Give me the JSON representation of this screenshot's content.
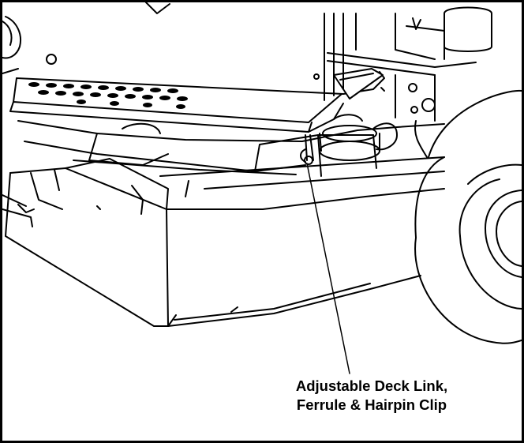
{
  "figure": {
    "callout_line1": "Adjustable Deck Link,",
    "callout_line2": "Ferrule & Hairpin Clip"
  },
  "colors": {
    "ink": "#000000",
    "paper": "#ffffff"
  },
  "icons": [
    "mower-deck-line-drawing",
    "wheel-illustration",
    "hairpin-clip-icon"
  ]
}
